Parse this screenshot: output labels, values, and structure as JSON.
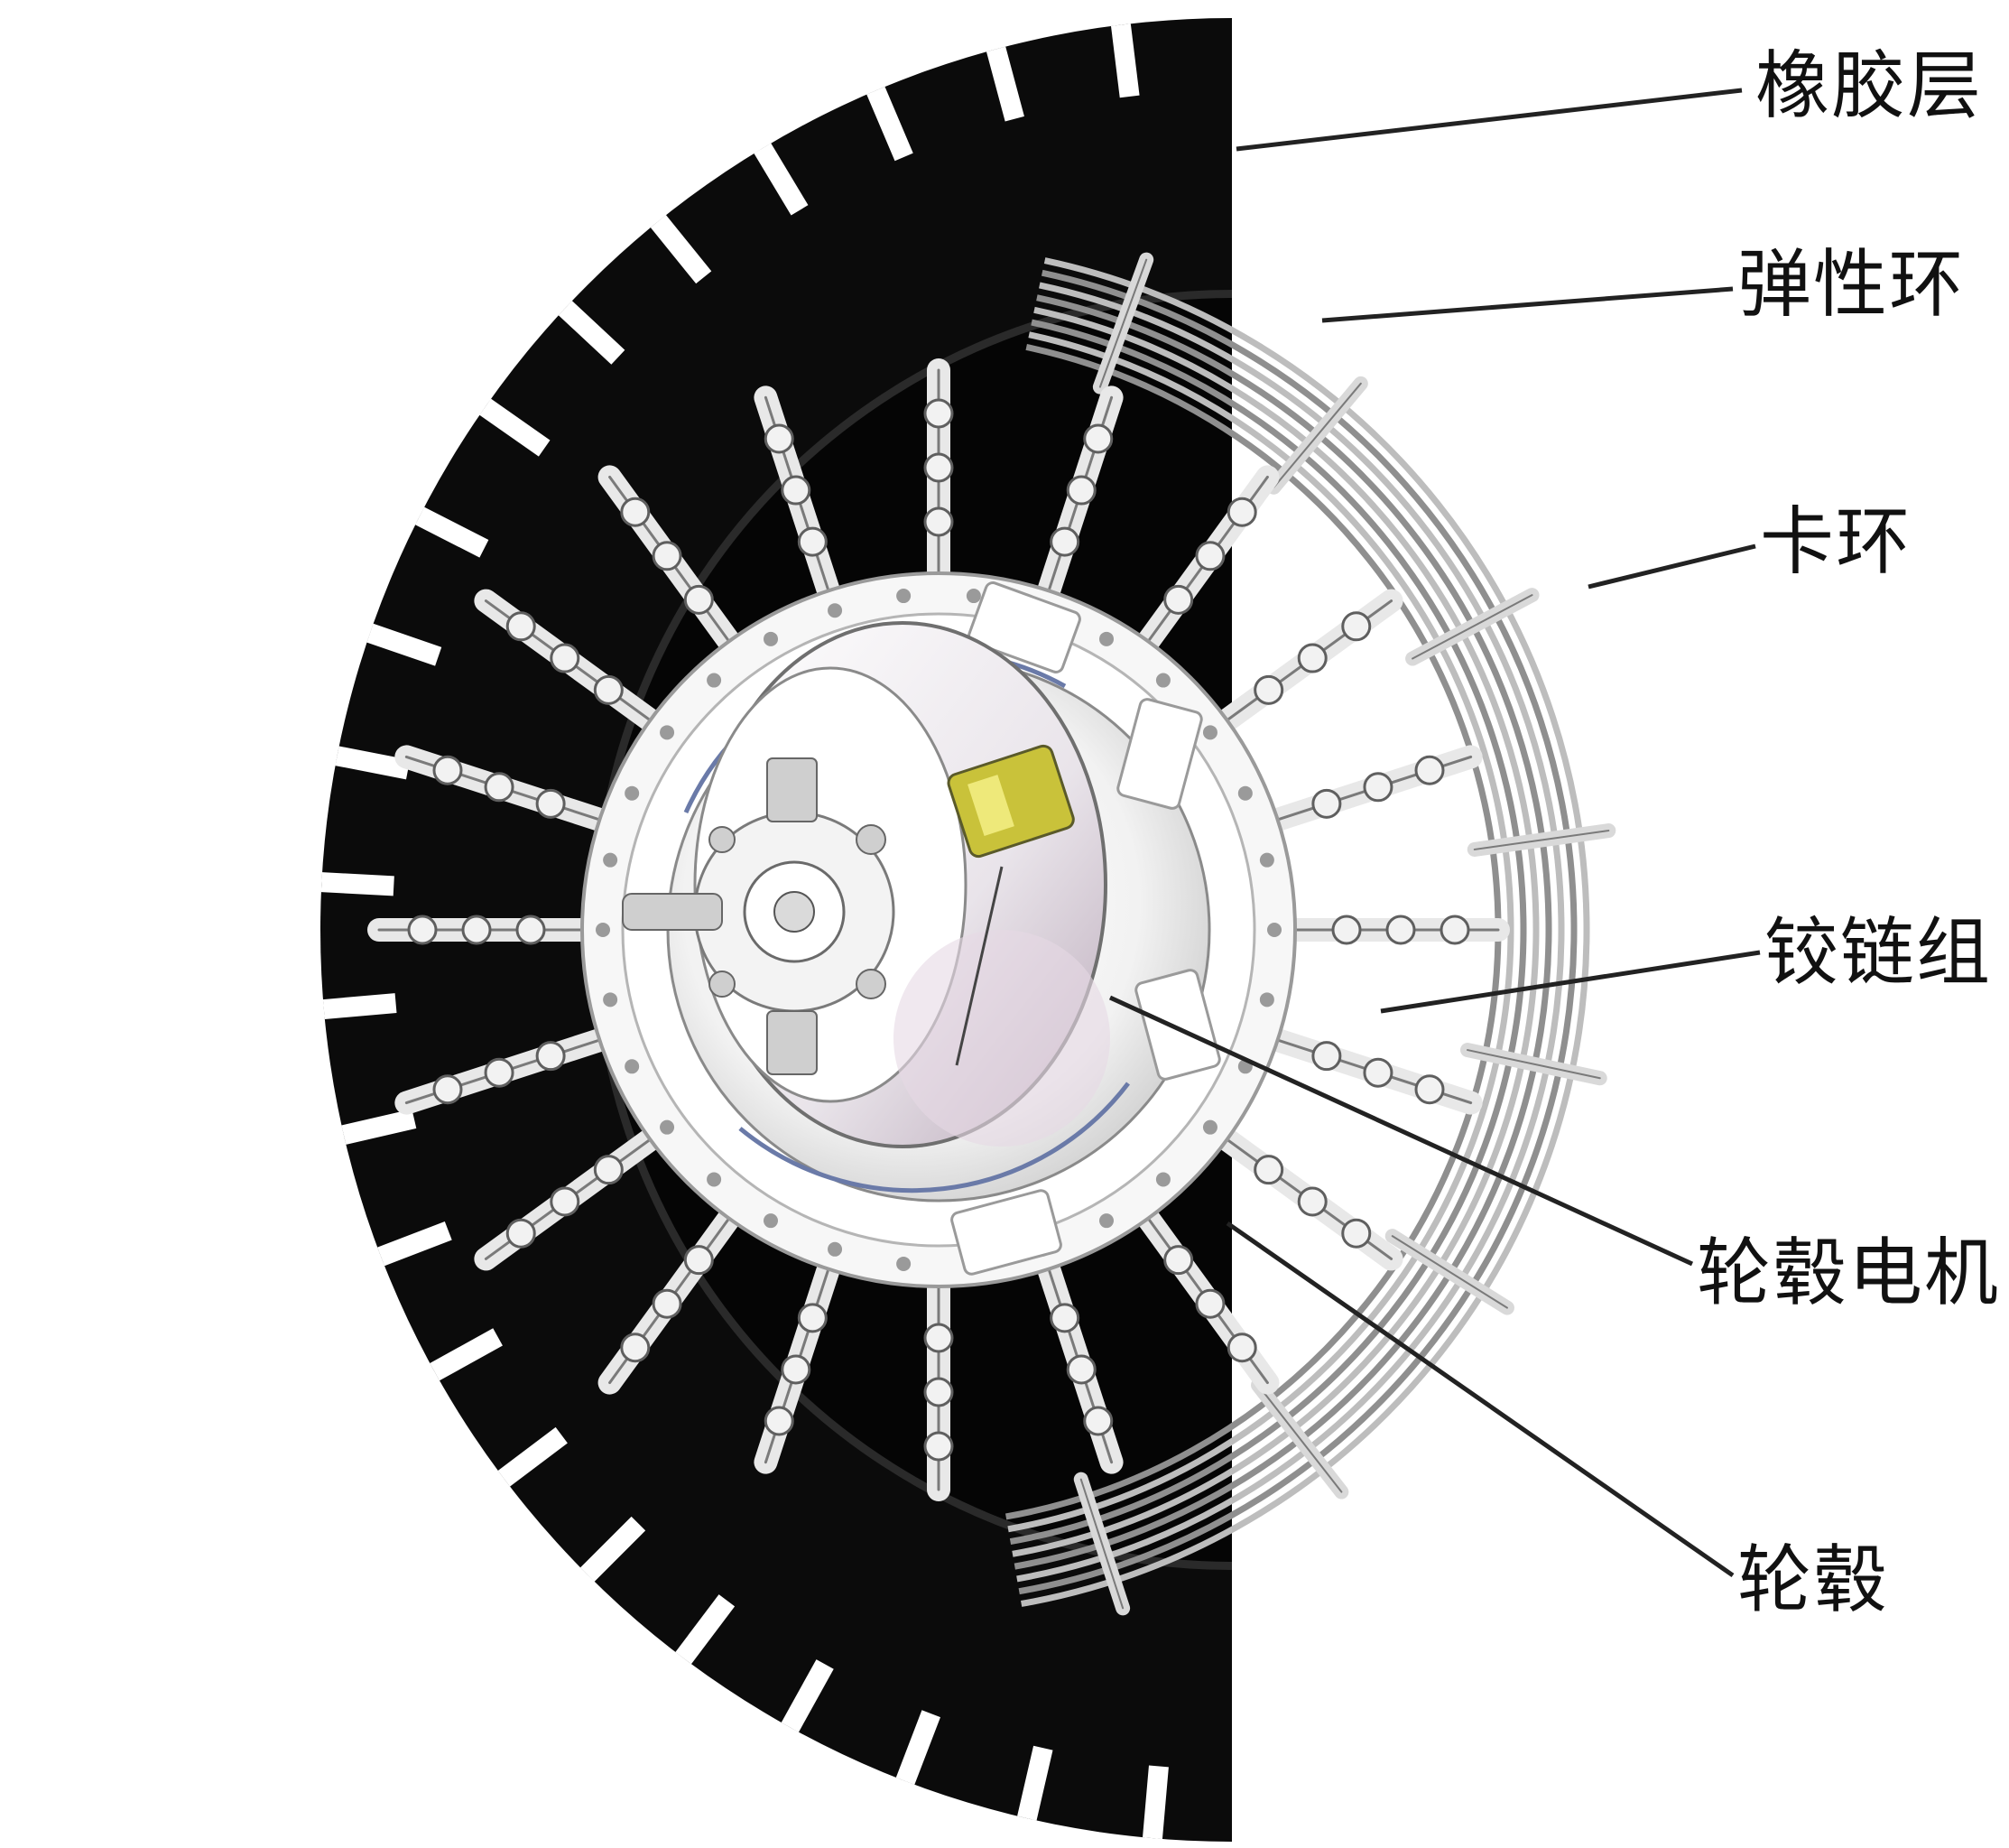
{
  "labels": {
    "rubber_layer": "橡胶层",
    "elastic_ring": "弹性环",
    "snap_ring": "卡环",
    "hinge_group": "铰链组",
    "hub_motor": "轮毂电机",
    "hub": "轮毂"
  },
  "colors": {
    "tire": "#0b0b0b",
    "tread": "#000000",
    "metal": "#e6e6e6",
    "metal_dark": "#8a8a8a",
    "leader": "#222222",
    "accent_yellow": "#c9c23a"
  }
}
